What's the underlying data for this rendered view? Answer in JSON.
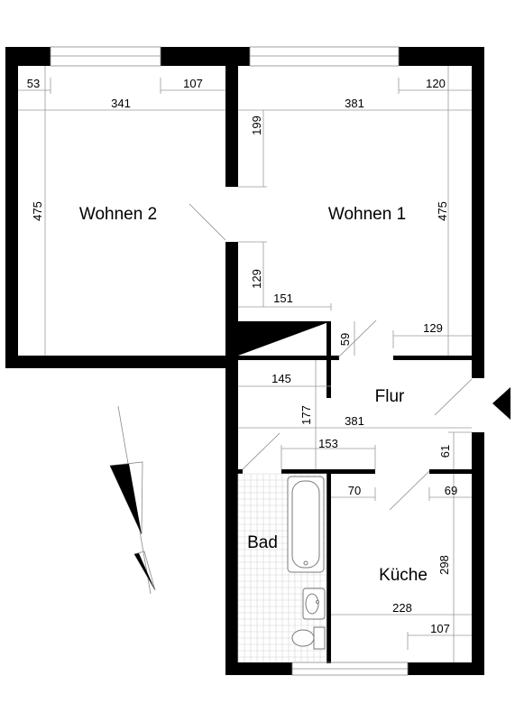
{
  "rooms": {
    "wohnen2": "Wohnen 2",
    "wohnen1": "Wohnen 1",
    "flur": "Flur",
    "bad": "Bad",
    "kueche": "Küche"
  },
  "dimensions": {
    "w2_window_left": "53",
    "w2_window_right": "107",
    "w2_width": "341",
    "w2_depth": "475",
    "w1_wall_top": "199",
    "w1_width": "381",
    "w1_window_right": "120",
    "w1_depth": "475",
    "w1_wall_bottom": "129",
    "w1_wall_bottom_width": "151",
    "w1_right_wall": "129",
    "closet_height": "59",
    "flur_left": "145",
    "flur_height": "177",
    "flur_width": "381",
    "bad_door": "153",
    "kitchen_upper": "61",
    "kitchen_left": "70",
    "kitchen_right": "69",
    "kitchen_depth": "298",
    "kitchen_width": "228",
    "kitchen_window": "107"
  }
}
